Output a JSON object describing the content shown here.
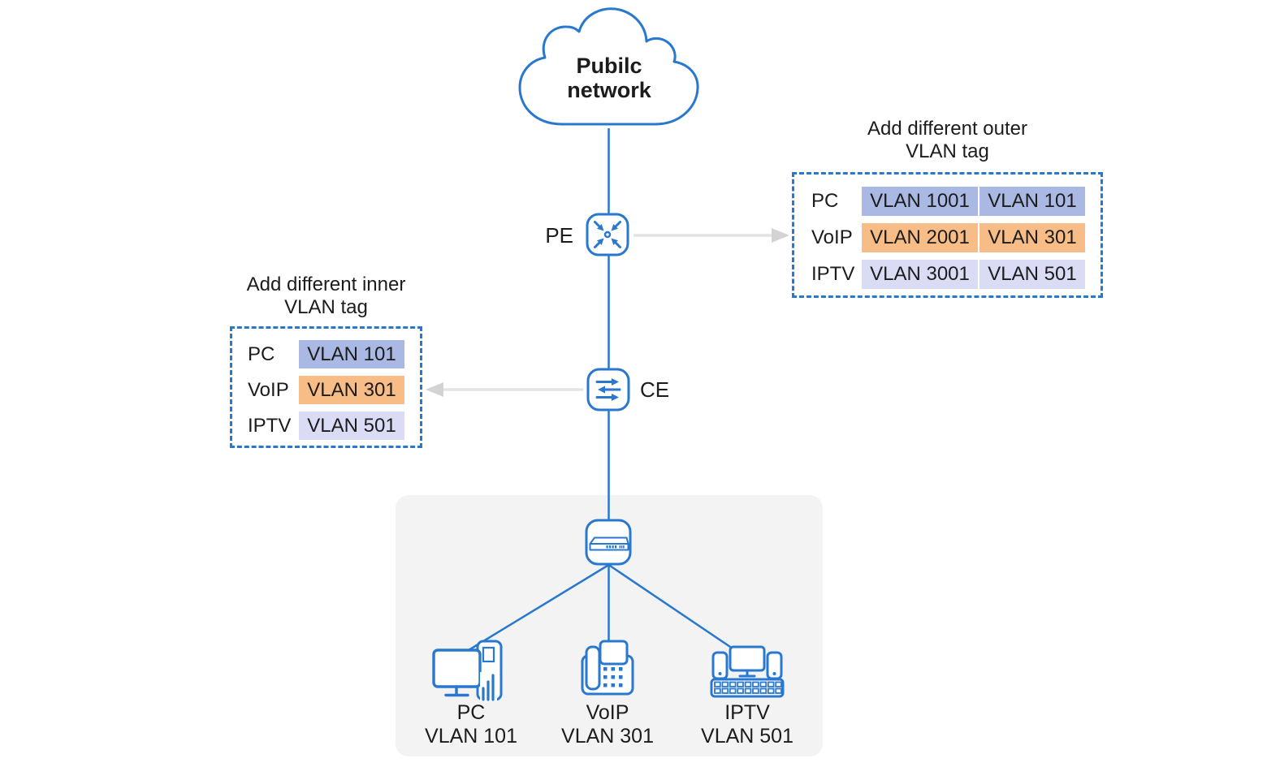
{
  "cloud": {
    "line1": "Pubilc",
    "line2": "network"
  },
  "pe": {
    "label": "PE"
  },
  "ce": {
    "label": "CE"
  },
  "inner_tag_box": {
    "title_line1": "Add different inner",
    "title_line2": "VLAN tag",
    "rows": [
      {
        "label": "PC",
        "vlan": "VLAN 101"
      },
      {
        "label": "VoIP",
        "vlan": "VLAN 301"
      },
      {
        "label": "IPTV",
        "vlan": "VLAN 501"
      }
    ]
  },
  "outer_tag_box": {
    "title_line1": "Add different outer",
    "title_line2": "VLAN tag",
    "rows": [
      {
        "label": "PC",
        "outer_vlan": "VLAN 1001",
        "inner_vlan": "VLAN 101"
      },
      {
        "label": "VoIP",
        "outer_vlan": "VLAN 2001",
        "inner_vlan": "VLAN 301"
      },
      {
        "label": "IPTV",
        "outer_vlan": "VLAN 3001",
        "inner_vlan": "VLAN 501"
      }
    ]
  },
  "devices": [
    {
      "name": "PC",
      "vlan": "VLAN 101",
      "icon": "pc-desktop-icon"
    },
    {
      "name": "VoIP",
      "vlan": "VLAN 301",
      "icon": "voip-phone-icon"
    },
    {
      "name": "IPTV",
      "vlan": "VLAN 501",
      "icon": "iptv-tv-icon"
    }
  ],
  "icons": {
    "cloud": "public-network-cloud-icon",
    "pe": "router-converging-arrows-icon",
    "ce": "switch-bidirectional-arrows-icon",
    "access_switch": "lan-switch-chassis-icon"
  },
  "colors": {
    "diagram_blue": "#2878cf",
    "dashed_border_blue": "#2878d0",
    "text_dark": "#1c1c1c",
    "row_pc_bg": "#aab8e4",
    "row_voip_bg": "#f8bd86",
    "row_iptv_bg": "#dadcf5",
    "panel_gray": "#f3f3f4",
    "arrow_line_gray": "#e4e4e4",
    "arrow_head_gray": "#d3d3d3"
  }
}
